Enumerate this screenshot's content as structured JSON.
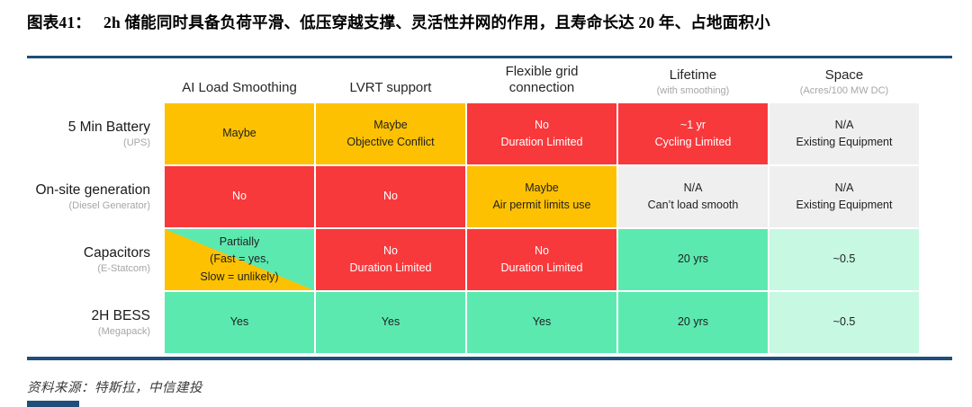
{
  "title": {
    "label": "图表41：",
    "text": "2h 储能同时具备负荷平滑、低压穿越支撑、灵活性并网的作用，且寿命长达 20 年、占地面积小"
  },
  "source": "资料来源：特斯拉，中信建投",
  "palette": {
    "navy": "#1F4E79",
    "yellow": "#FDC101",
    "red": "#F8393C",
    "green": "#5CE9B0",
    "lightgreen": "#C6F8E2",
    "gray": "#EFEFEF"
  },
  "chart_data": {
    "type": "table",
    "columns": [
      {
        "label": "AI Load Smoothing",
        "sublabel": ""
      },
      {
        "label": "LVRT support",
        "sublabel": ""
      },
      {
        "label": "Flexible grid\nconnection",
        "sublabel": ""
      },
      {
        "label": "Lifetime",
        "sublabel": "(with smoothing)"
      },
      {
        "label": "Space",
        "sublabel": "(Acres/100 MW DC)"
      }
    ],
    "rows": [
      {
        "label": "5 Min Battery",
        "sublabel": "(UPS)",
        "cells": [
          {
            "text": [
              "Maybe"
            ],
            "color": "yellow"
          },
          {
            "text": [
              "Maybe",
              "Objective Conflict"
            ],
            "color": "yellow"
          },
          {
            "text": [
              "No",
              "Duration Limited"
            ],
            "color": "red"
          },
          {
            "text": [
              "~1 yr",
              "Cycling Limited"
            ],
            "color": "red"
          },
          {
            "text": [
              "N/A",
              "Existing Equipment"
            ],
            "color": "gray"
          }
        ]
      },
      {
        "label": "On-site generation",
        "sublabel": "(Diesel Generator)",
        "cells": [
          {
            "text": [
              "No"
            ],
            "color": "red"
          },
          {
            "text": [
              "No"
            ],
            "color": "red"
          },
          {
            "text": [
              "Maybe",
              "Air permit limits use"
            ],
            "color": "yellow"
          },
          {
            "text": [
              "N/A",
              "Can’t load smooth"
            ],
            "color": "gray"
          },
          {
            "text": [
              "N/A",
              "Existing Equipment"
            ],
            "color": "gray"
          }
        ]
      },
      {
        "label": "Capacitors",
        "sublabel": "(E-Statcom)",
        "cells": [
          {
            "text": [
              "Partially",
              "(Fast = yes,",
              "Slow = unlikely)"
            ],
            "color": "split"
          },
          {
            "text": [
              "No",
              "Duration Limited"
            ],
            "color": "red"
          },
          {
            "text": [
              "No",
              "Duration Limited"
            ],
            "color": "red"
          },
          {
            "text": [
              "20 yrs"
            ],
            "color": "green"
          },
          {
            "text": [
              "~0.5"
            ],
            "color": "lightgreen"
          }
        ]
      },
      {
        "label": "2H BESS",
        "sublabel": "(Megapack)",
        "cells": [
          {
            "text": [
              "Yes"
            ],
            "color": "green"
          },
          {
            "text": [
              "Yes"
            ],
            "color": "green"
          },
          {
            "text": [
              "Yes"
            ],
            "color": "green"
          },
          {
            "text": [
              "20 yrs"
            ],
            "color": "green"
          },
          {
            "text": [
              "~0.5"
            ],
            "color": "lightgreen"
          }
        ]
      }
    ]
  }
}
